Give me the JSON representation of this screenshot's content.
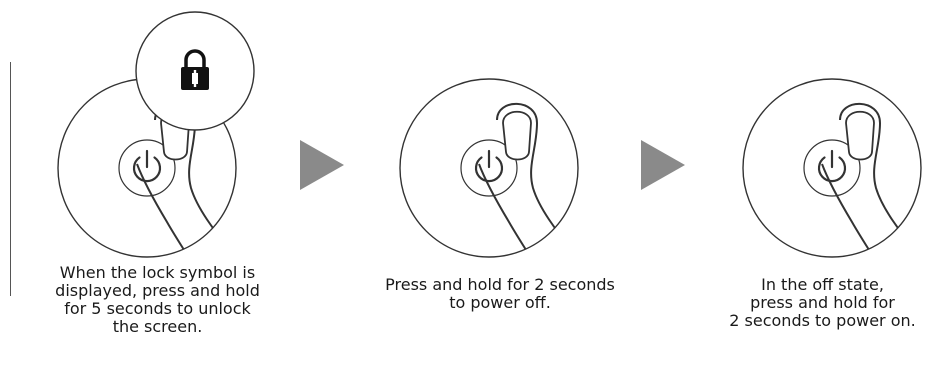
{
  "steps": [
    {
      "caption": [
        "When the lock symbol is",
        "displayed, press and hold",
        "for 5 seconds to unlock",
        "the screen."
      ],
      "icons": [
        "lock-icon",
        "power-icon",
        "finger-icon"
      ]
    },
    {
      "caption": [
        "Press and hold for 2 seconds",
        "to power off."
      ],
      "icons": [
        "power-icon",
        "finger-icon"
      ]
    },
    {
      "caption": [
        "In the off state,",
        "press and hold for",
        "2 seconds to power on."
      ],
      "icons": [
        "power-icon",
        "finger-icon"
      ]
    }
  ],
  "arrows": [
    "arrow-right-icon",
    "arrow-right-icon"
  ],
  "colors": {
    "line": "#333333",
    "arrow": "#8a8a8a",
    "lock": "#111111",
    "background": "#ffffff"
  }
}
